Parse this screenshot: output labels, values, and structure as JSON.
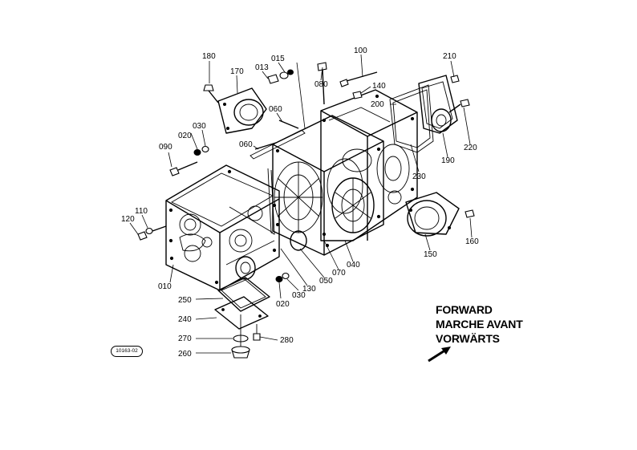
{
  "callouts": [
    {
      "id": "c180",
      "label": "180"
    },
    {
      "id": "c170",
      "label": "170"
    },
    {
      "id": "c013",
      "label": "013"
    },
    {
      "id": "c015",
      "label": "015"
    },
    {
      "id": "c080",
      "label": "080"
    },
    {
      "id": "c100",
      "label": "100"
    },
    {
      "id": "c140",
      "label": "140"
    },
    {
      "id": "c210",
      "label": "210"
    },
    {
      "id": "c200",
      "label": "200"
    },
    {
      "id": "c060a",
      "label": "060"
    },
    {
      "id": "c020a",
      "label": "020"
    },
    {
      "id": "c030a",
      "label": "030"
    },
    {
      "id": "c090",
      "label": "090"
    },
    {
      "id": "c060b",
      "label": "060"
    },
    {
      "id": "c220",
      "label": "220"
    },
    {
      "id": "c190",
      "label": "190"
    },
    {
      "id": "c230",
      "label": "230"
    },
    {
      "id": "c110",
      "label": "110"
    },
    {
      "id": "c120",
      "label": "120"
    },
    {
      "id": "c160",
      "label": "160"
    },
    {
      "id": "c150",
      "label": "150"
    },
    {
      "id": "c040",
      "label": "040"
    },
    {
      "id": "c070",
      "label": "070"
    },
    {
      "id": "c050",
      "label": "050"
    },
    {
      "id": "c130",
      "label": "130"
    },
    {
      "id": "c010",
      "label": "010"
    },
    {
      "id": "c020b",
      "label": "020"
    },
    {
      "id": "c030b",
      "label": "030"
    },
    {
      "id": "c250",
      "label": "250"
    },
    {
      "id": "c240",
      "label": "240"
    },
    {
      "id": "c270",
      "label": "270"
    },
    {
      "id": "c280",
      "label": "280"
    },
    {
      "id": "c260",
      "label": "260"
    }
  ],
  "direction": {
    "line1": "FORWARD",
    "line2": "MARCHE AVANT",
    "line3": "VORWÄRTS"
  },
  "reference_code": "10163-02"
}
